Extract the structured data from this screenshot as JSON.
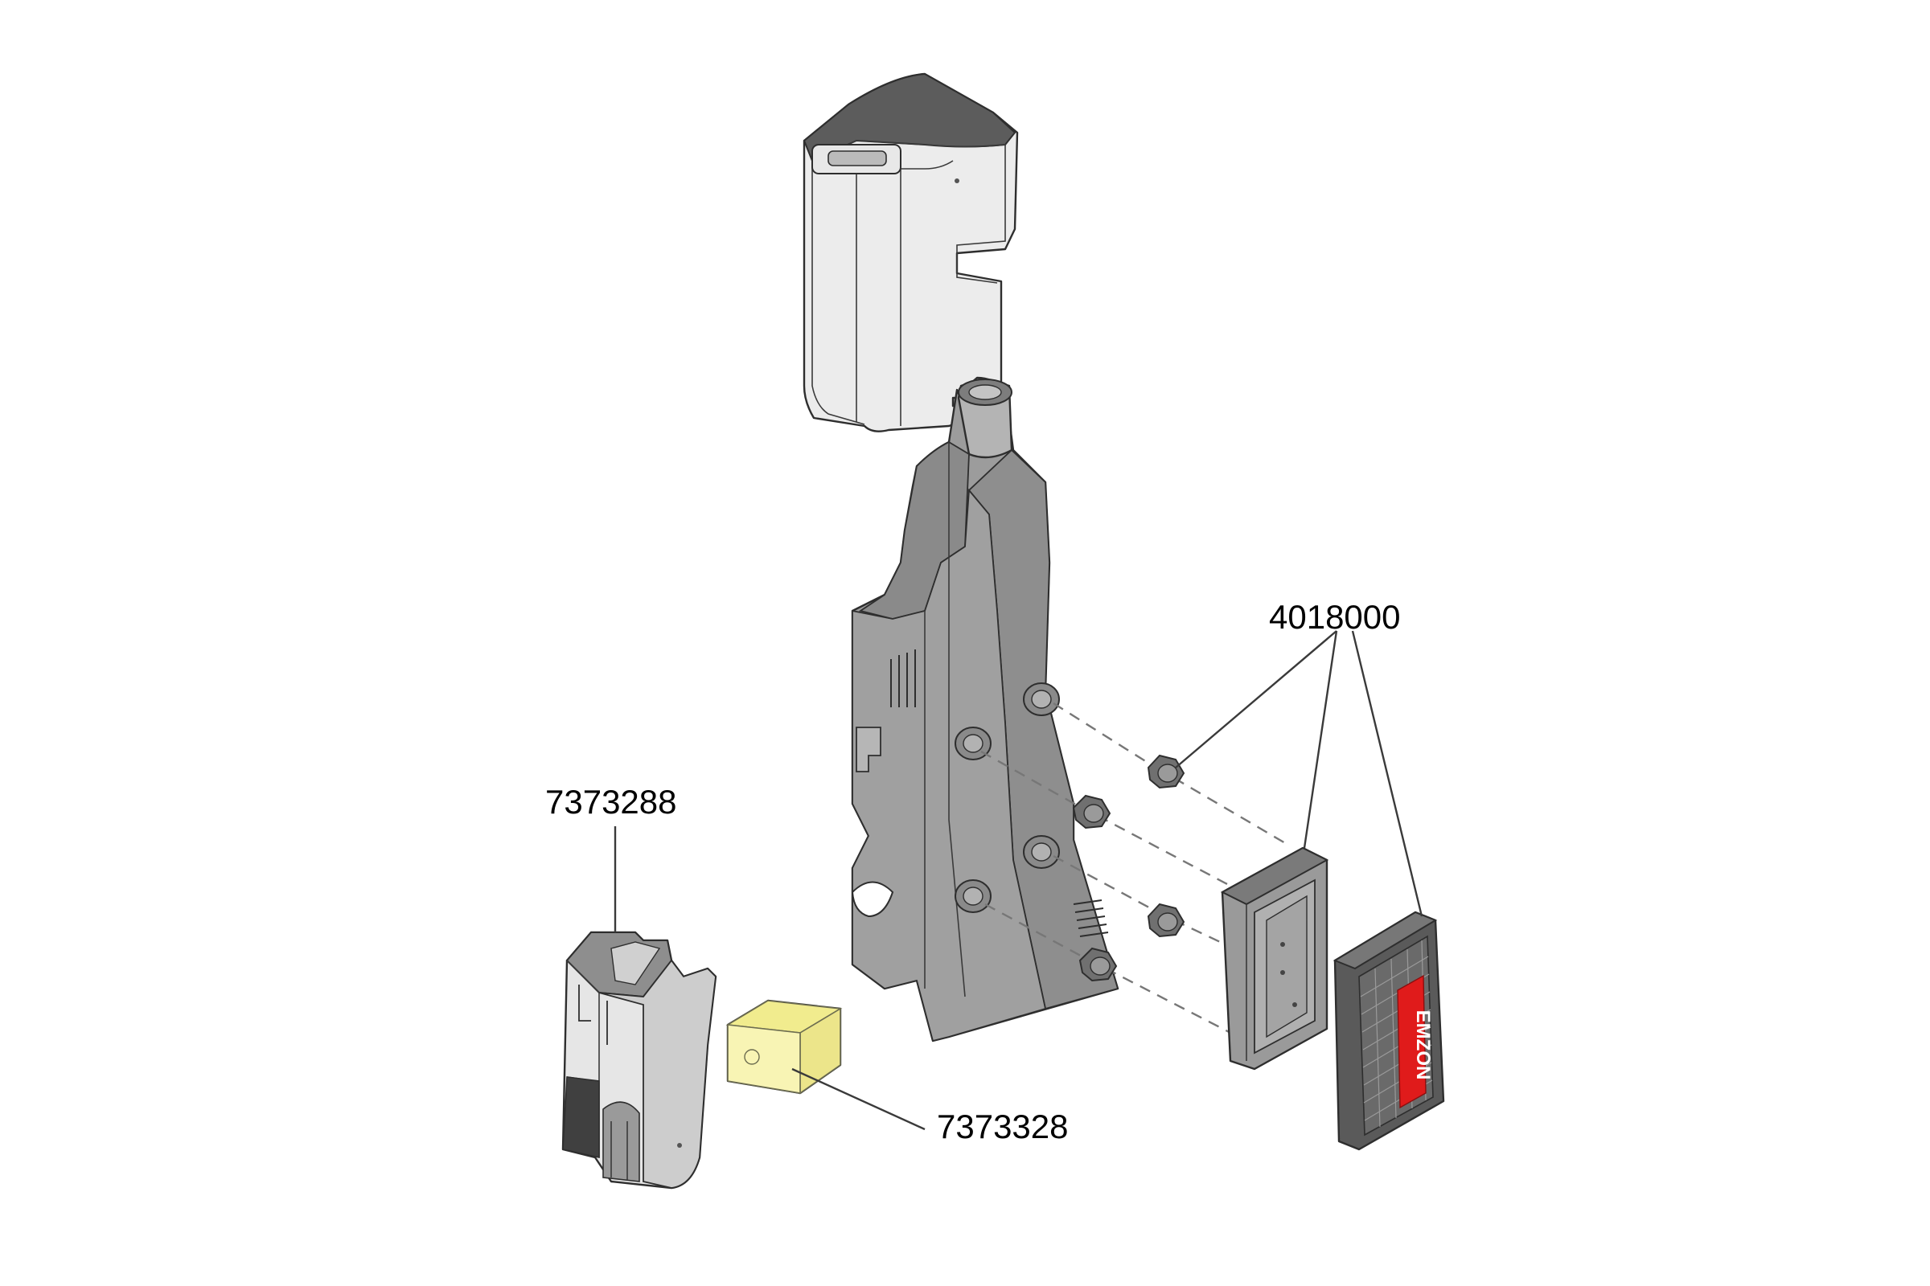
{
  "callouts": {
    "tank_cover": "7373288",
    "filter_block": "7373328",
    "fasteners_and_lids": "4018000"
  },
  "emblem": {
    "text": "EMZON"
  },
  "colors": {
    "housing_gray": "#9c9c9c",
    "cover_white": "#ececec",
    "filter_yellow": "#f6f2a6",
    "emblem_red": "#e01b1b",
    "grille_dark": "#5a5a5a"
  }
}
